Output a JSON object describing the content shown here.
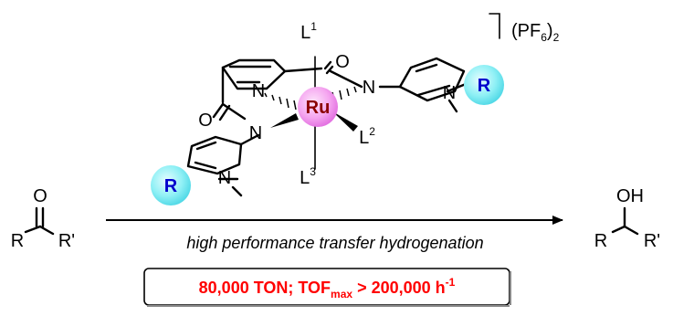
{
  "catalyst": {
    "metal": "Ru",
    "counterion": "(PF",
    "counterion_sub": "6",
    "counterion_close": ")",
    "counterion_charge": "2",
    "ligand_1": "L",
    "ligand_1_sup": "1",
    "ligand_2": "L",
    "ligand_2_sup": "2",
    "ligand_3": "L",
    "ligand_3_sup": "3",
    "atom_n": "N",
    "atom_o": "O",
    "substituent_r": "R",
    "colors": {
      "metal": "#f5a6f0",
      "metal_label": "#8b0000",
      "r_sphere": "#8ff0f5",
      "r_label": "#0000cc",
      "highlight": "#ff0000"
    }
  },
  "reaction": {
    "reactant_o": "O",
    "reactant_r": "R",
    "reactant_r_prime": "R'",
    "condition": "high performance transfer hydrogenation",
    "product_oh": "OH",
    "product_r": "R",
    "product_r_prime": "R'"
  },
  "highlight": {
    "text_main": "80,000 TON; TOF",
    "text_sub": "max",
    "text_tail": " > 200,000 h",
    "text_sup": "-1"
  }
}
